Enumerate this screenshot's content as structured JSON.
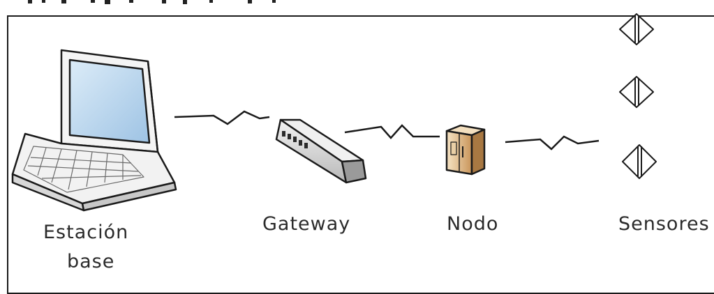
{
  "nodes": {
    "base_station": {
      "label_line1": "Estación",
      "label_line2": "base"
    },
    "gateway": {
      "label": "Gateway"
    },
    "node": {
      "label": "Nodo"
    },
    "sensors": {
      "label": "Sensores"
    }
  }
}
